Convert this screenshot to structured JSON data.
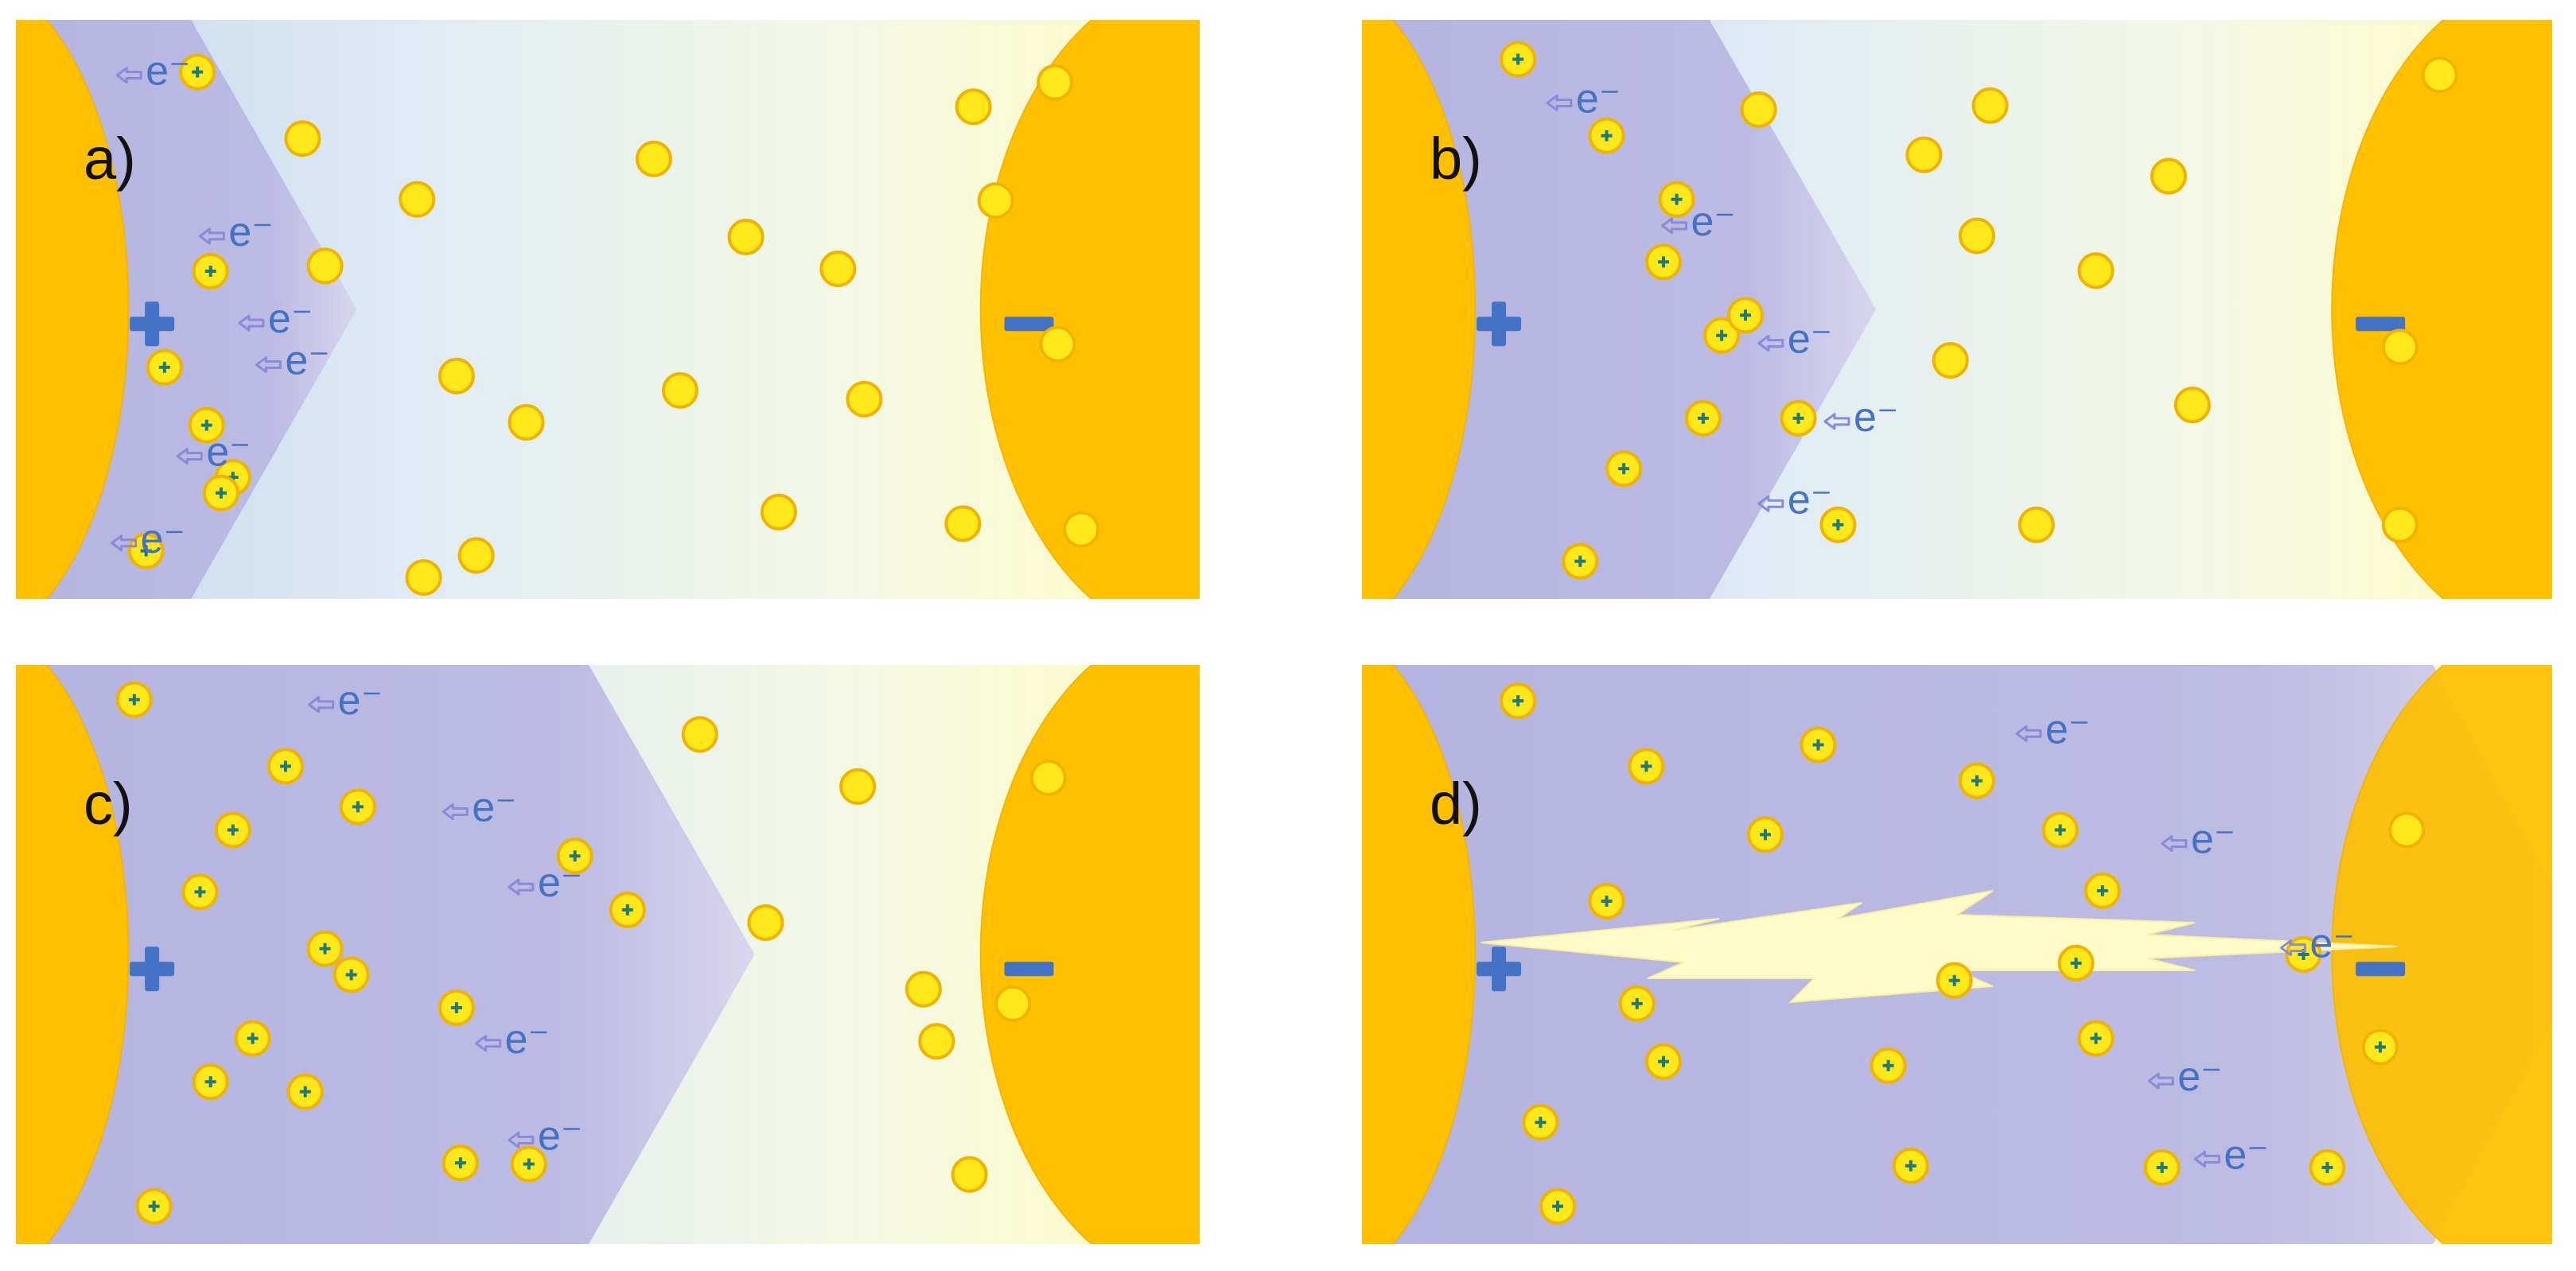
{
  "colors": {
    "background": "#ffffff",
    "electrode": "#FFC000",
    "electrode_edge": "#F5B400",
    "ionized_region": "#B4B4E0",
    "cool_blue": "#C8DAF0",
    "warm_yellow": "#FFFCC8",
    "atom_fill": "#FFE81A",
    "atom_edge": "#F0B400",
    "ion_mark": "#1F7A7A",
    "electron_text": "#4472C4",
    "arrow": "#8A8AD8",
    "polarity_symbol": "#4472C4",
    "spark": "#FFFBC8"
  },
  "symbols": {
    "positive": "plus-sign",
    "negative": "minus-sign",
    "electron": "e⁻",
    "arrow": "hollow-left-arrow"
  },
  "panels": [
    {
      "id": "a",
      "label": "a)",
      "ion_front": 0.3,
      "atoms": [
        [
          138,
          90,
          1
        ],
        [
          148,
          434,
          1
        ],
        [
          113,
          600,
          1
        ],
        [
          145,
          700,
          1
        ],
        [
          165,
          790,
          1
        ],
        [
          99,
          917,
          1
        ],
        [
          156,
          817,
          1
        ],
        [
          218,
          205,
          0
        ],
        [
          235,
          425,
          0
        ],
        [
          305,
          310,
          0
        ],
        [
          335,
          615,
          0
        ],
        [
          388,
          695,
          0
        ],
        [
          310,
          963,
          0
        ],
        [
          350,
          925,
          0
        ],
        [
          485,
          240,
          0
        ],
        [
          505,
          640,
          0
        ],
        [
          555,
          375,
          0
        ],
        [
          625,
          430,
          0
        ],
        [
          645,
          655,
          0
        ],
        [
          580,
          850,
          0
        ],
        [
          720,
          870,
          0
        ],
        [
          728,
          150,
          0
        ],
        [
          790,
          108,
          0
        ],
        [
          792,
          560,
          0
        ],
        [
          745,
          312,
          0
        ],
        [
          810,
          880,
          0
        ]
      ],
      "electrons": [
        [
          112,
          112
        ],
        [
          175,
          390
        ],
        [
          205,
          540
        ],
        [
          218,
          612
        ],
        [
          158,
          770
        ],
        [
          108,
          920
        ]
      ]
    },
    {
      "id": "b",
      "label": "b)",
      "ion_front": 0.45,
      "atoms": [
        [
          118,
          68,
          1
        ],
        [
          185,
          200,
          1
        ],
        [
          238,
          310,
          1
        ],
        [
          228,
          418,
          1
        ],
        [
          272,
          545,
          1
        ],
        [
          290,
          510,
          1
        ],
        [
          258,
          688,
          1
        ],
        [
          198,
          775,
          1
        ],
        [
          330,
          688,
          1
        ],
        [
          360,
          872,
          1
        ],
        [
          165,
          935,
          1
        ],
        [
          300,
          155,
          0
        ],
        [
          425,
          233,
          0
        ],
        [
          475,
          148,
          0
        ],
        [
          465,
          373,
          0
        ],
        [
          555,
          433,
          0
        ],
        [
          610,
          270,
          0
        ],
        [
          445,
          588,
          0
        ],
        [
          628,
          665,
          0
        ],
        [
          785,
          565,
          0
        ],
        [
          510,
          872,
          0
        ],
        [
          785,
          872,
          0
        ],
        [
          815,
          95,
          0
        ]
      ],
      "electrons": [
        [
          175,
          160
        ],
        [
          262,
          372
        ],
        [
          335,
          575
        ],
        [
          385,
          710
        ],
        [
          335,
          852
        ]
      ]
    },
    {
      "id": "c",
      "label": "c)",
      "ion_front": 0.65,
      "atoms": [
        [
          90,
          60,
          1
        ],
        [
          205,
          175,
          1
        ],
        [
          260,
          245,
          1
        ],
        [
          425,
          330,
          1
        ],
        [
          165,
          285,
          1
        ],
        [
          140,
          392,
          1
        ],
        [
          465,
          423,
          1
        ],
        [
          235,
          490,
          1
        ],
        [
          255,
          535,
          1
        ],
        [
          335,
          592,
          1
        ],
        [
          180,
          645,
          1
        ],
        [
          148,
          720,
          1
        ],
        [
          220,
          737,
          1
        ],
        [
          338,
          860,
          1
        ],
        [
          390,
          862,
          1
        ],
        [
          105,
          935,
          1
        ],
        [
          520,
          120,
          0
        ],
        [
          640,
          210,
          0
        ],
        [
          570,
          445,
          0
        ],
        [
          690,
          560,
          0
        ],
        [
          785,
          195,
          0
        ],
        [
          758,
          585,
          0
        ],
        [
          700,
          650,
          0
        ],
        [
          725,
          880,
          0
        ]
      ],
      "electrons": [
        [
          258,
          85
        ],
        [
          360,
          270
        ],
        [
          410,
          400
        ],
        [
          385,
          670
        ],
        [
          410,
          837
        ]
      ]
    },
    {
      "id": "d",
      "label": "d)",
      "ion_front": 1.0,
      "atoms": [
        [
          118,
          62,
          1
        ],
        [
          215,
          175,
          1
        ],
        [
          345,
          138,
          1
        ],
        [
          465,
          200,
          1
        ],
        [
          528,
          285,
          1
        ],
        [
          560,
          390,
          1
        ],
        [
          185,
          408,
          1
        ],
        [
          305,
          293,
          1
        ],
        [
          540,
          515,
          1
        ],
        [
          135,
          790,
          1
        ],
        [
          228,
          685,
          1
        ],
        [
          398,
          692,
          1
        ],
        [
          208,
          585,
          1
        ],
        [
          448,
          545,
          1
        ],
        [
          555,
          645,
          1
        ],
        [
          712,
          500,
          1
        ],
        [
          770,
          660,
          1
        ],
        [
          415,
          865,
          1
        ],
        [
          148,
          935,
          1
        ],
        [
          605,
          868,
          1
        ],
        [
          730,
          868,
          1
        ],
        [
          790,
          285,
          0
        ]
      ],
      "electrons": [
        [
          530,
          135
        ],
        [
          640,
          325
        ],
        [
          730,
          505
        ],
        [
          630,
          735
        ],
        [
          665,
          870
        ]
      ]
    }
  ]
}
